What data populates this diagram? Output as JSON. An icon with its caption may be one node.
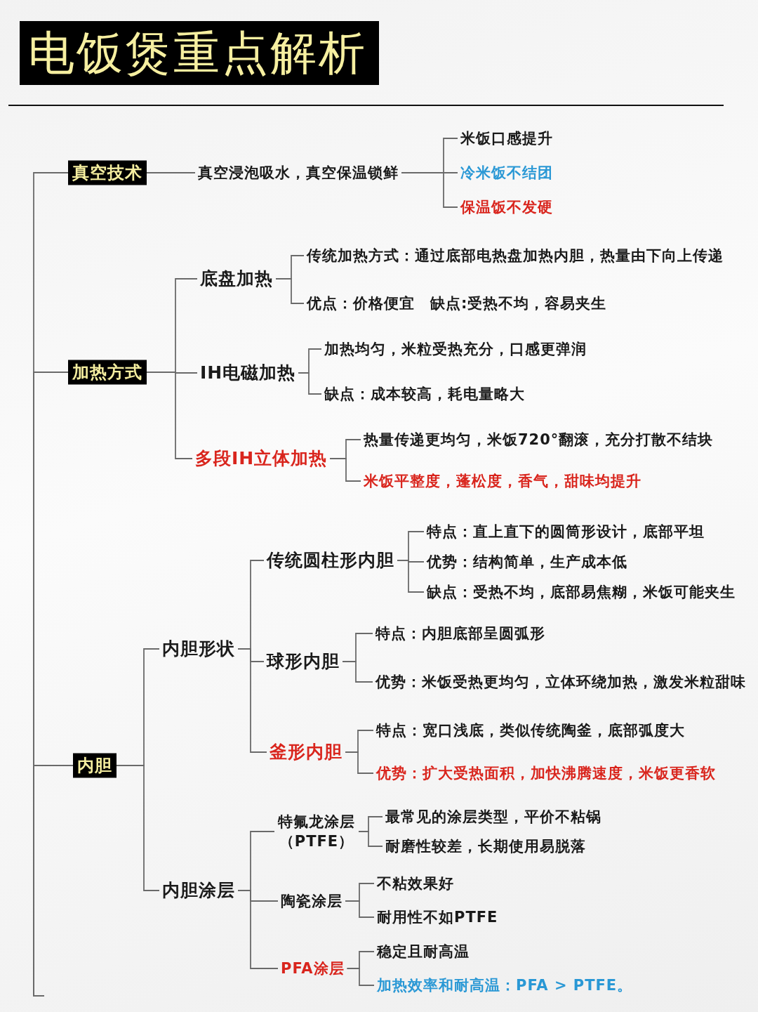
{
  "diagram": {
    "title": "电饭煲重点解析",
    "nodes": [
      {
        "text": [
          "真空技术"
        ]
      },
      {
        "text": [
          "真空浸泡吸水，真空保温锁鲜"
        ]
      },
      {
        "text": [
          "米饭口感提升"
        ]
      },
      {
        "text": [
          "冷米饭不结团"
        ]
      },
      {
        "text": [
          "保温饭不发硬"
        ]
      },
      {
        "text": [
          "加热方式"
        ]
      },
      {
        "text": [
          "底盘加热"
        ]
      },
      {
        "text": [
          "传统加热方式：通过底部电热盘加热内胆，热量由下向上传递"
        ]
      },
      {
        "text": [
          "优点：价格便宜　缺点:受热不均，容易夹生"
        ]
      },
      {
        "text": [
          "IH电磁加热"
        ]
      },
      {
        "text": [
          "加热均匀，米粒受热充分，口感更弹润"
        ]
      },
      {
        "text": [
          "缺点：成本较高，耗电量略大"
        ]
      },
      {
        "text": [
          "多段IH立体加热"
        ]
      },
      {
        "text": [
          "热量传递更均匀，米饭720°翻滚，充分打散不结块"
        ]
      },
      {
        "text": [
          "米饭平整度，蓬松度，香气，甜味均提升"
        ]
      },
      {
        "text": [
          "内胆"
        ]
      },
      {
        "text": [
          "内胆形状"
        ]
      },
      {
        "text": [
          "传统圆柱形内胆"
        ]
      },
      {
        "text": [
          "特点：直上直下的圆筒形设计，底部平坦"
        ]
      },
      {
        "text": [
          "优势：结构简单，生产成本低"
        ]
      },
      {
        "text": [
          "缺点：受热不均，底部易焦糊，米饭可能夹生"
        ]
      },
      {
        "text": [
          "球形内胆"
        ]
      },
      {
        "text": [
          "特点：内胆底部呈圆弧形"
        ]
      },
      {
        "text": [
          "优势：米饭受热更均匀，立体环绕加热，激发米粒甜味"
        ]
      },
      {
        "text": [
          "釜形内胆"
        ]
      },
      {
        "text": [
          "特点：宽口浅底，类似传统陶釜，底部弧度大"
        ]
      },
      {
        "text": [
          "优势：扩大受热面积，加快沸腾速度，米饭更香软"
        ]
      },
      {
        "text": [
          "内胆涂层"
        ]
      },
      {
        "text": [
          "特氟龙涂层（PTFE）"
        ]
      },
      {
        "text": [
          "最常见的涂层类型，平价不粘锅"
        ]
      },
      {
        "text": [
          "耐磨性较差，长期使用易脱落"
        ]
      },
      {
        "text": [
          "陶瓷涂层"
        ]
      },
      {
        "text": [
          "不粘效果好"
        ]
      },
      {
        "text": [
          "耐用性不如PTFE"
        ]
      },
      {
        "text": [
          "PFA涂层"
        ]
      },
      {
        "text": [
          "稳定且耐高温"
        ]
      },
      {
        "text": [
          "加热效率和耐高温：PFA > PTFE。"
        ]
      }
    ],
    "edges": [
      {
        "from": null,
        "to": 0,
        "arrow": "none"
      },
      {
        "from": null,
        "to": 5,
        "arrow": "none"
      },
      {
        "from": null,
        "to": 15,
        "arrow": "none"
      },
      {
        "from": 0,
        "to": 1,
        "arrow": "none"
      },
      {
        "from": 1,
        "to": 2,
        "arrow": "none"
      },
      {
        "from": 1,
        "to": 3,
        "arrow": "none"
      },
      {
        "from": 1,
        "to": 4,
        "arrow": "none"
      },
      {
        "from": 5,
        "to": 6,
        "arrow": "none"
      },
      {
        "from": 5,
        "to": 9,
        "arrow": "none"
      },
      {
        "from": 5,
        "to": 12,
        "arrow": "none"
      },
      {
        "from": 6,
        "to": 7,
        "arrow": "none"
      },
      {
        "from": 6,
        "to": 8,
        "arrow": "none"
      },
      {
        "from": 9,
        "to": 10,
        "arrow": "none"
      },
      {
        "from": 9,
        "to": 11,
        "arrow": "none"
      },
      {
        "from": 12,
        "to": 13,
        "arrow": "none"
      },
      {
        "from": 12,
        "to": 14,
        "arrow": "none"
      },
      {
        "from": 15,
        "to": 16,
        "arrow": "none"
      },
      {
        "from": 15,
        "to": 27,
        "arrow": "none"
      },
      {
        "from": 16,
        "to": 17,
        "arrow": "none"
      },
      {
        "from": 16,
        "to": 21,
        "arrow": "none"
      },
      {
        "from": 16,
        "to": 24,
        "arrow": "none"
      },
      {
        "from": 17,
        "to": 18,
        "arrow": "none"
      },
      {
        "from": 17,
        "to": 19,
        "arrow": "none"
      },
      {
        "from": 17,
        "to": 20,
        "arrow": "none"
      },
      {
        "from": 21,
        "to": 22,
        "arrow": "none"
      },
      {
        "from": 21,
        "to": 23,
        "arrow": "none"
      },
      {
        "from": 24,
        "to": 25,
        "arrow": "none"
      },
      {
        "from": 24,
        "to": 26,
        "arrow": "none"
      },
      {
        "from": 27,
        "to": 28,
        "arrow": "none"
      },
      {
        "from": 27,
        "to": 31,
        "arrow": "none"
      },
      {
        "from": 27,
        "to": 34,
        "arrow": "none"
      },
      {
        "from": 28,
        "to": 29,
        "arrow": "none"
      },
      {
        "from": 28,
        "to": 30,
        "arrow": "none"
      },
      {
        "from": 31,
        "to": 32,
        "arrow": "none"
      },
      {
        "from": 31,
        "to": 33,
        "arrow": "none"
      },
      {
        "from": 34,
        "to": 35,
        "arrow": "none"
      },
      {
        "from": 34,
        "to": 36,
        "arrow": "none"
      }
    ]
  }
}
